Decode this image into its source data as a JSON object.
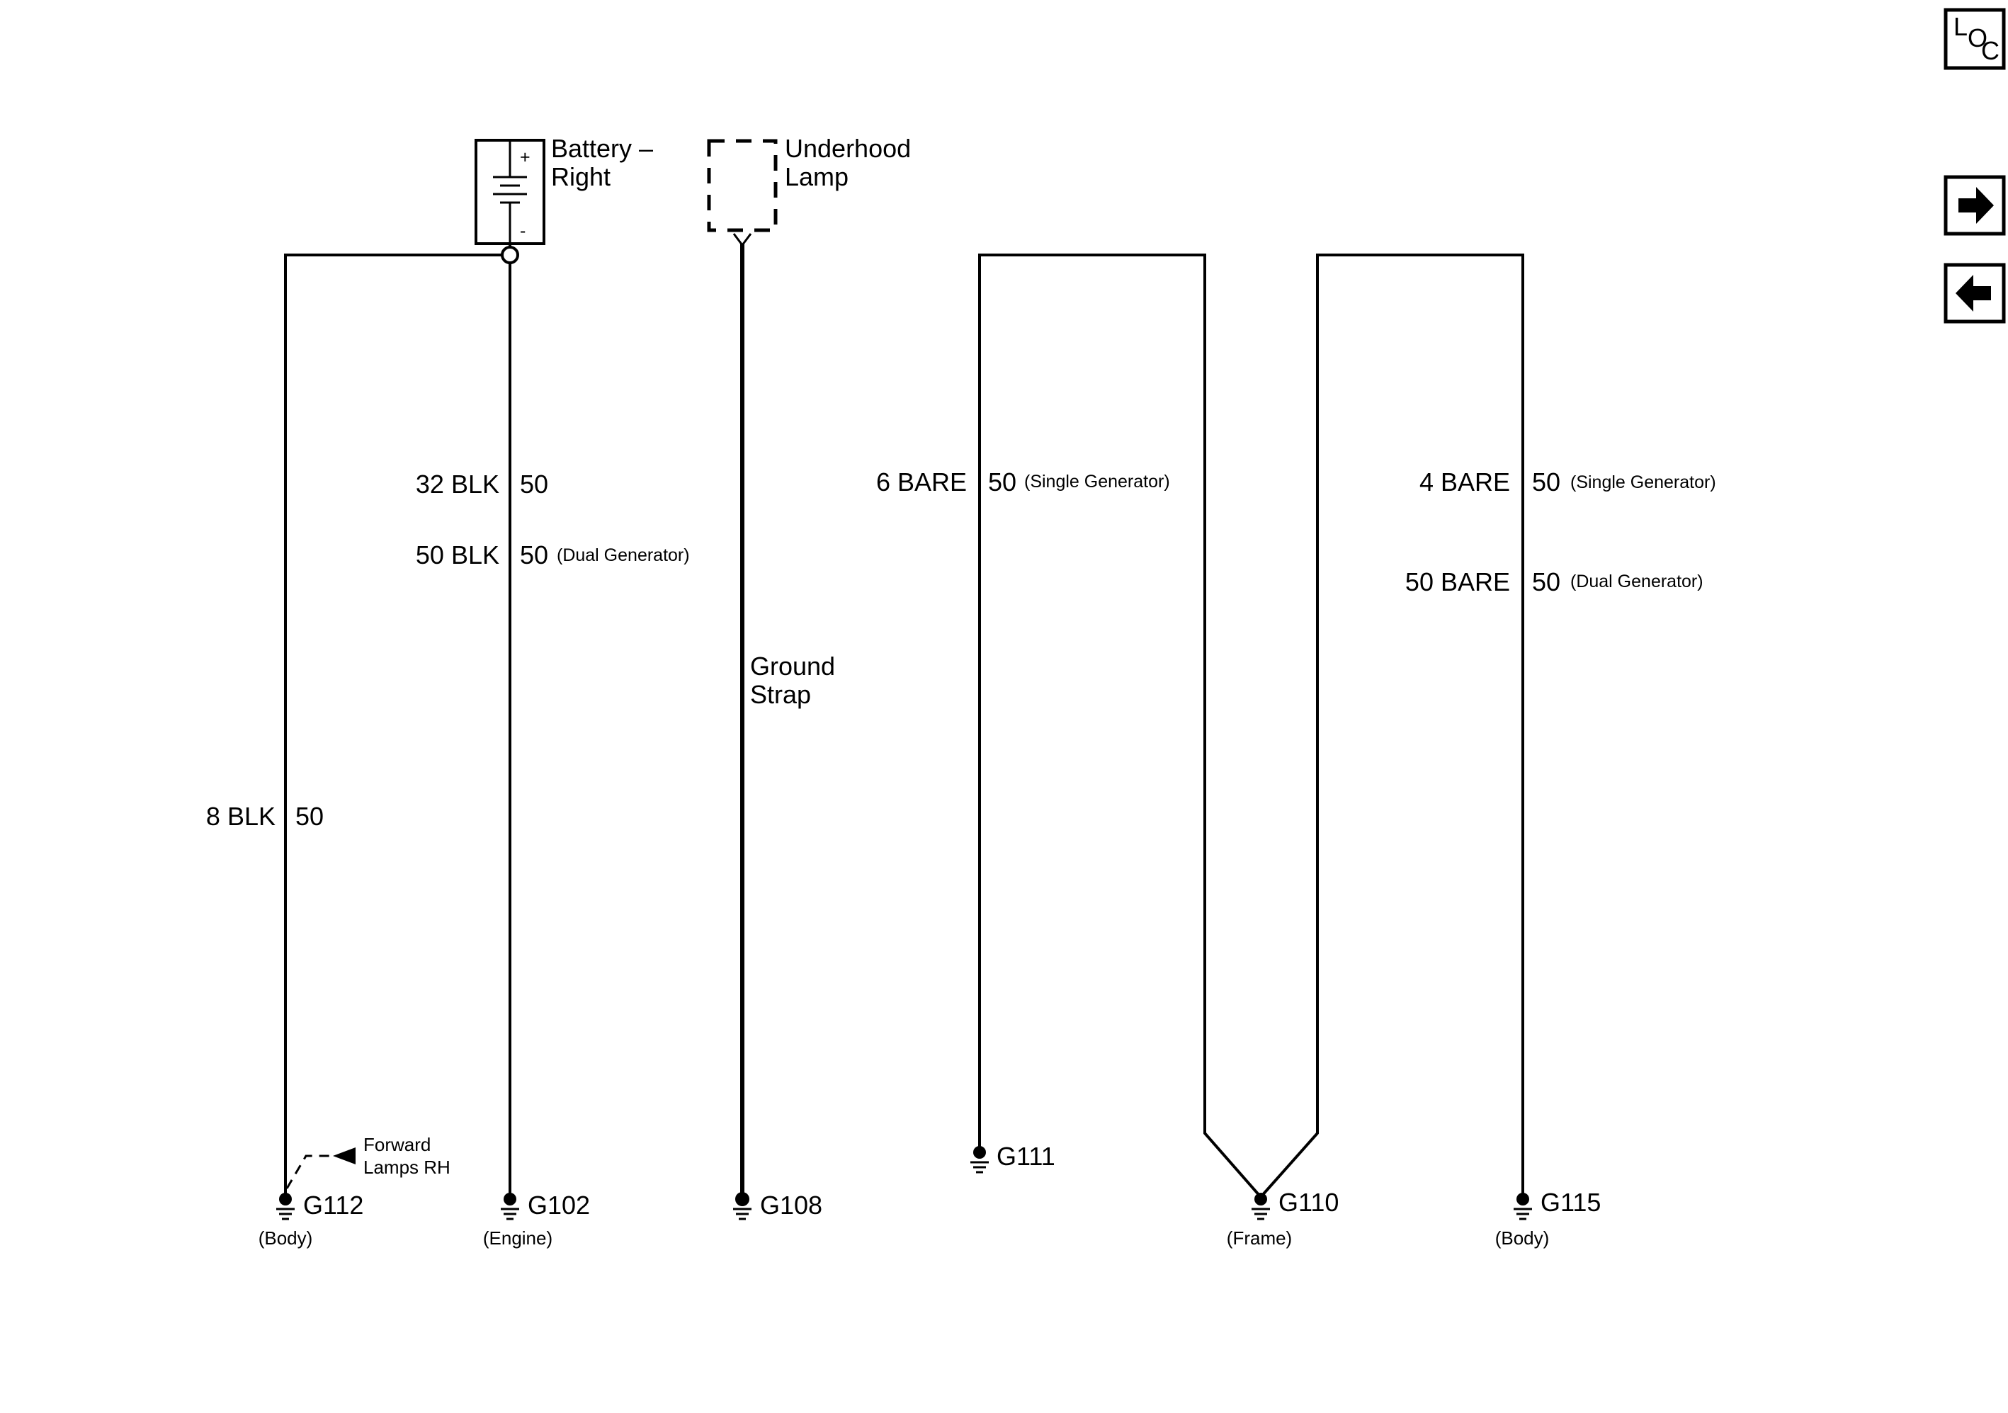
{
  "components": {
    "battery": {
      "line1": "Battery –",
      "line2": "Right",
      "plus": "+",
      "minus": "-"
    },
    "underhood_lamp": {
      "line1": "Underhood",
      "line2": "Lamp"
    },
    "ground_strap": {
      "line1": "Ground",
      "line2": "Strap"
    },
    "forward_lamps": {
      "line1": "Forward",
      "line2": "Lamps RH"
    }
  },
  "wires": {
    "w8": {
      "size_color": "8 BLK",
      "circuit": "50"
    },
    "w32": {
      "size_color": "32 BLK",
      "circuit": "50"
    },
    "w50blk": {
      "size_color": "50 BLK",
      "circuit": "50",
      "note": "(Dual Generator)"
    },
    "w6bare": {
      "size_color": "6 BARE",
      "circuit": "50",
      "note": "(Single Generator)"
    },
    "w4bare": {
      "size_color": "4 BARE",
      "circuit": "50",
      "note": "(Single Generator)"
    },
    "w50bare": {
      "size_color": "50 BARE",
      "circuit": "50",
      "note": "(Dual Generator)"
    }
  },
  "grounds": {
    "g112": {
      "id": "G112",
      "location": "(Body)"
    },
    "g102": {
      "id": "G102",
      "location": "(Engine)"
    },
    "g108": {
      "id": "G108"
    },
    "g111": {
      "id": "G111"
    },
    "g110": {
      "id": "G110",
      "location": "(Frame)"
    },
    "g115": {
      "id": "G115",
      "location": "(Body)"
    }
  },
  "nav": {
    "loc_l": "L",
    "loc_o": "O",
    "loc_c": "C",
    "next_icon": "arrow-right-icon",
    "prev_icon": "arrow-left-icon"
  }
}
